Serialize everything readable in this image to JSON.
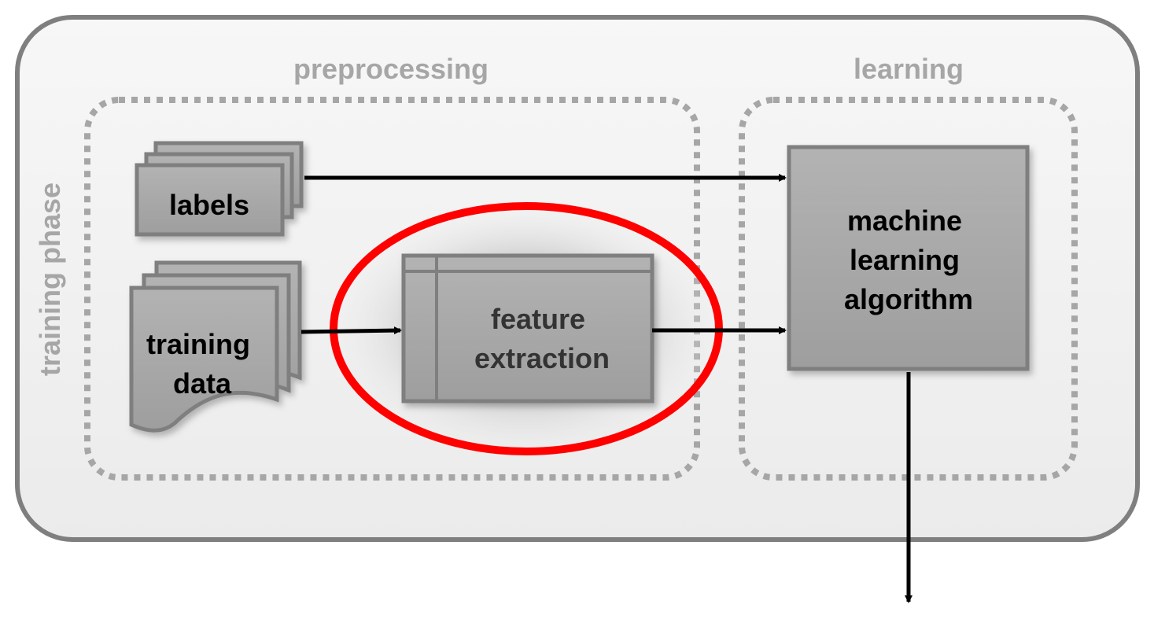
{
  "phase": {
    "label": "training phase"
  },
  "groups": {
    "preprocessing": {
      "label": "preprocessing"
    },
    "learning": {
      "label": "learning"
    }
  },
  "nodes": {
    "labels": {
      "label": "labels"
    },
    "training_data": {
      "lines": [
        "training",
        "data"
      ]
    },
    "feature_extraction": {
      "lines": [
        "feature",
        "extraction"
      ]
    },
    "ml_algorithm": {
      "lines": [
        "machine",
        "learning",
        "algorithm"
      ]
    }
  },
  "colors": {
    "highlight": "#ff0000",
    "box_fill": "#a6a6a6",
    "box_border": "#7f7f7f",
    "group_label": "#a6a6a6",
    "panel_fill": "#f3f3f3",
    "arrow": "#000000"
  }
}
